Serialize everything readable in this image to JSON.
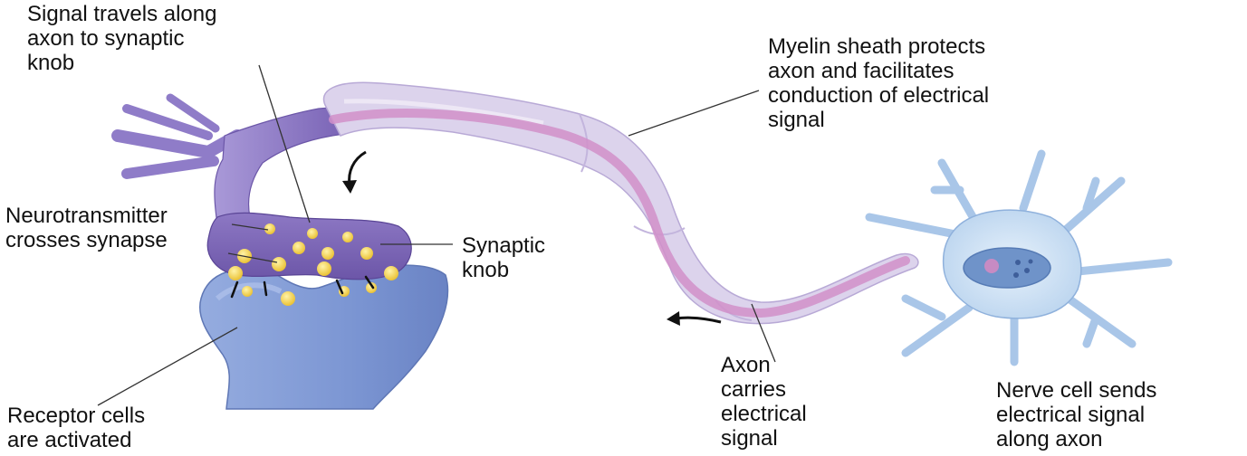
{
  "labels": {
    "signal_travels": "Signal travels along\naxon to synaptic\nknob",
    "myelin": "Myelin sheath protects\naxon and facilitates\nconduction of electrical\nsignal",
    "neurotransmitter": "Neurotransmitter\ncrosses synapse",
    "synaptic_knob": "Synaptic\nknob",
    "axon": "Axon\ncarries\nelectrical\nsignal",
    "nerve_cell": "Nerve cell sends\nelectrical signal\nalong axon",
    "receptor": "Receptor cells\nare activated"
  },
  "colors": {
    "dendrite_purple": "#8f7cc8",
    "knob_purple": "#7d68b8",
    "receiving_blue": "#7d97d4",
    "myelin_lilac": "#dcd3ec",
    "axon_pink": "#d18fc9",
    "neuron_blue": "#cfe3f5",
    "neurotransmitter_yellow": "#f2d54a",
    "line": "#333333"
  }
}
